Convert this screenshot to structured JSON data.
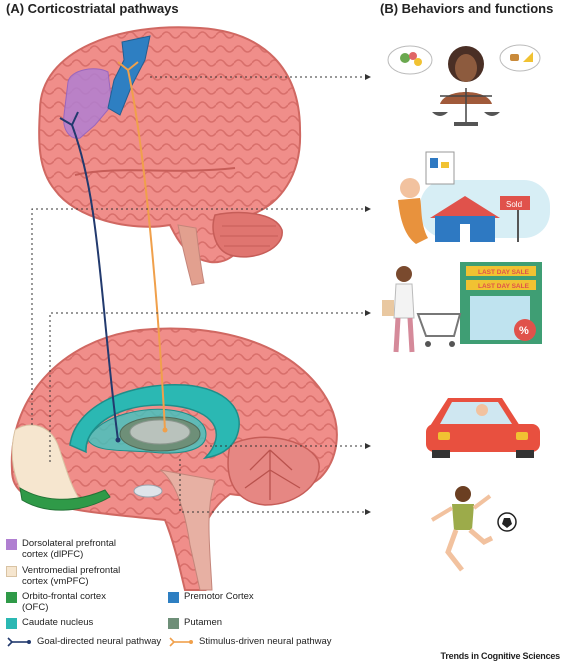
{
  "panels": {
    "a_title": "(A)   Corticostriatal pathways",
    "b_title": "(B)   Behaviors and functions"
  },
  "scene": {
    "sold_sign": "Sold",
    "sale_banner_top": "LAST DAY SALE",
    "sale_banner_bottom": "LAST DAY SALE",
    "discount_badge": "%"
  },
  "legend": {
    "dlpfc": "Dorsolateral prefrontal\ncortex (dlPFC)",
    "vmpfc": "Ventromedial prefrontal\ncortex (vmPFC)",
    "ofc": "Orbito-frontal cortex\n(OFC)",
    "caudate": "Caudate nucleus",
    "premotor": "Premotor Cortex",
    "putamen": "Putamen",
    "goal": "Goal-directed neural pathway",
    "stimulus": "Stimulus-driven neural pathway"
  },
  "colors": {
    "dlpfc": "#b07fd1",
    "vmpfc": "#f6e6cf",
    "ofc": "#2f9a48",
    "caudate": "#2bb8b3",
    "premotor": "#2e7fc2",
    "putamen": "#6e8f78",
    "goal": "#223a6e",
    "stimulus": "#f0a04b",
    "brain": "#f08e8a"
  },
  "credit": "Trends in Cognitive Sciences"
}
